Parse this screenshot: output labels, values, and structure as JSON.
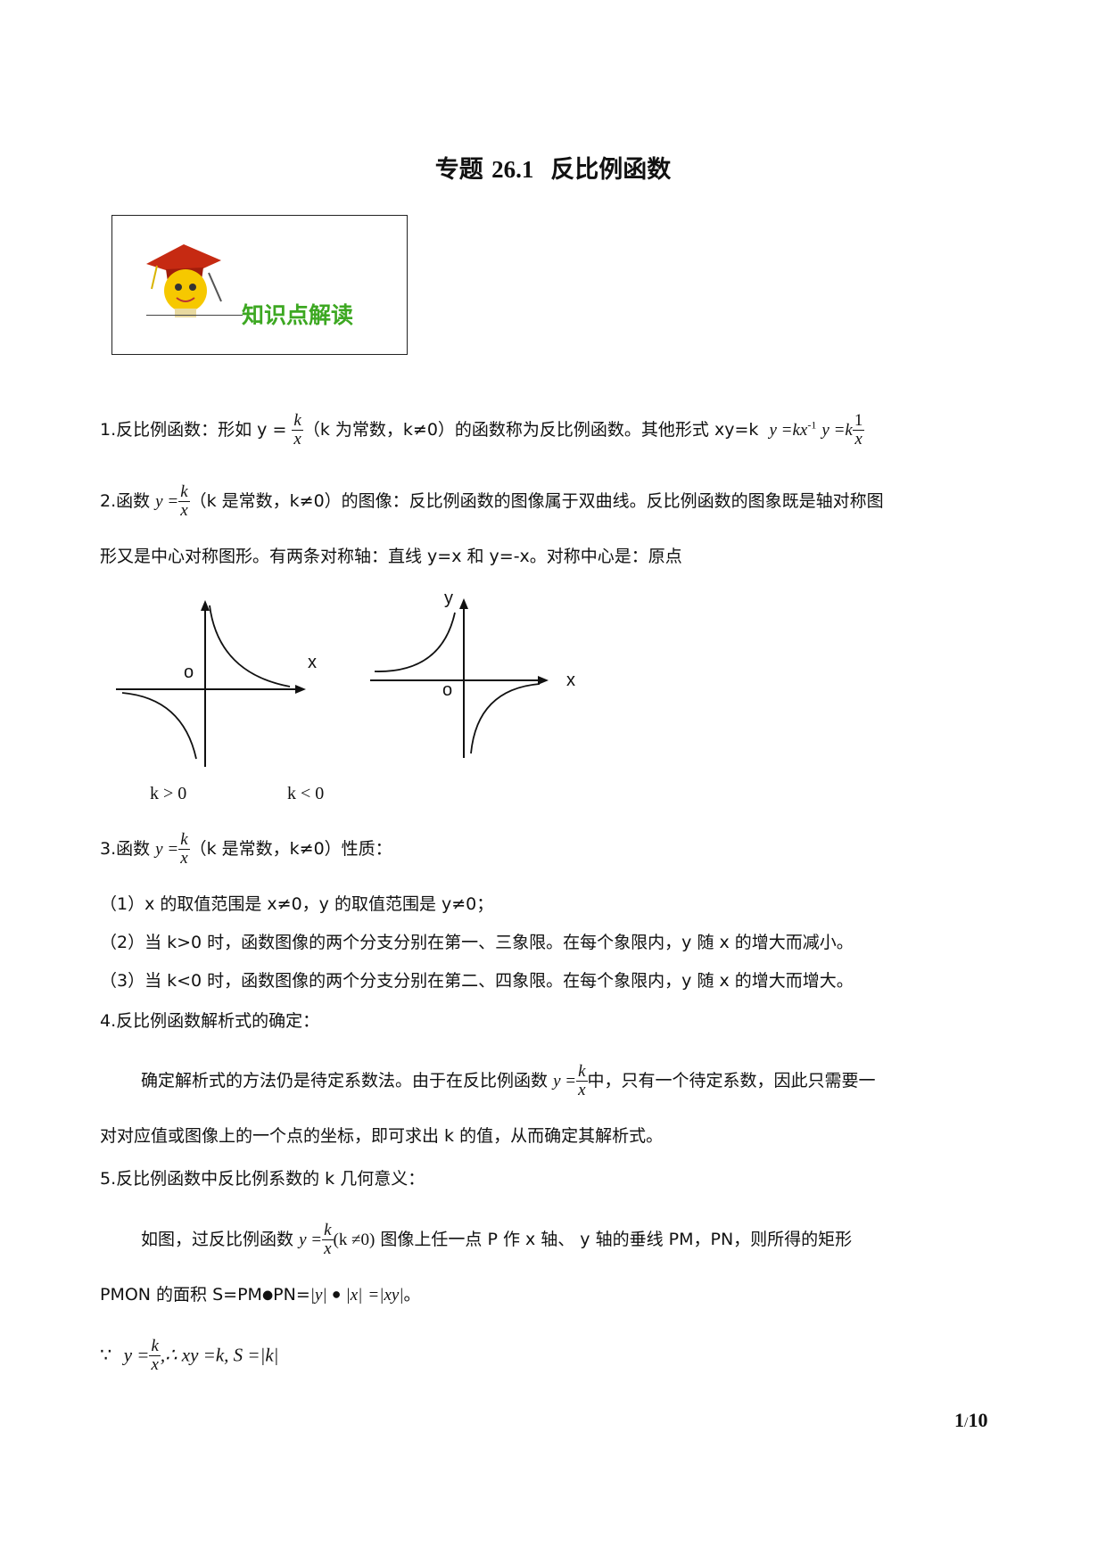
{
  "title": {
    "main": "专题",
    "num": "26.1",
    "rest": "反比例函数"
  },
  "banner": {
    "label": "知识点解读"
  },
  "item1": {
    "prefix": "1.反比例函数：形如 y = ",
    "frac_num": "k",
    "frac_den": "x",
    "middle": "（k 为常数，k≠0）的函数称为反比例函数。其他形式 xy=k",
    "form2": "y =kx",
    "form2_sup": "-1",
    "form3": "y =k",
    "form3_num": "1",
    "form3_den": "x"
  },
  "item2": {
    "prefix": "2.函数 ",
    "y_eq": "y =",
    "frac_num": "k",
    "frac_den": "x",
    "rest": "（k 是常数，k≠0）的图像：反比例函数的图像属于双曲线。反比例函数的图象既是轴对称图",
    "line2": "形又是中心对称图形。有两条对称轴：直线 y=x 和 y=-x。对称中心是：原点"
  },
  "graphs": {
    "left": {
      "origin": "o",
      "x_label": "x",
      "caption": "k > 0"
    },
    "right": {
      "origin": "o",
      "x_label": "x",
      "y_label": "y",
      "caption": "k < 0"
    }
  },
  "item3": {
    "prefix": "3.函数 ",
    "y_eq": "y =",
    "frac_num": "k",
    "frac_den": "x",
    "rest": "（k 是常数，k≠0）性质：",
    "p1": "（1）x 的取值范围是 x≠0，y 的取值范围是 y≠0；",
    "p2": "（2）当 k>0 时，函数图像的两个分支分别在第一、三象限。在每个象限内，y 随 x 的增大而减小。",
    "p3": "（3）当 k<0 时，函数图像的两个分支分别在第二、四象限。在每个象限内，y 随 x 的增大而增大。"
  },
  "item4": {
    "heading": "4.反比例函数解析式的确定：",
    "text_a": "确定解析式的方法仍是待定系数法。由于在反比例函数",
    "y_eq": "y =",
    "frac_num": "k",
    "frac_den": "x",
    "text_b": "中，只有一个待定系数，因此只需要一",
    "line2": "对对应值或图像上的一个点的坐标，即可求出 k 的值，从而确定其解析式。"
  },
  "item5": {
    "heading": "5.反比例函数中反比例系数的 k 几何意义：",
    "text_a": "如图，过反比例函数",
    "y_eq": "y =",
    "frac_num": "k",
    "frac_den": "x",
    "cond": "(k ≠0)",
    "text_b": "图像上任一点 P 作 x 轴、 y 轴的垂线 PM，PN，则所得的矩形",
    "line2_a": "PMON 的面积 S=PM",
    "line2_b": "PN=",
    "line2_c": "|y|",
    "line2_d": "|x|",
    "line2_e": "=|xy|",
    "line2_f": "。",
    "because": "∵",
    "f_y_eq": "y =",
    "f_num": "k",
    "f_den": "x",
    "f_rest": ",∴ xy =k, S =|k|"
  },
  "page": {
    "current": "1",
    "sep": "/",
    "total": "10"
  }
}
